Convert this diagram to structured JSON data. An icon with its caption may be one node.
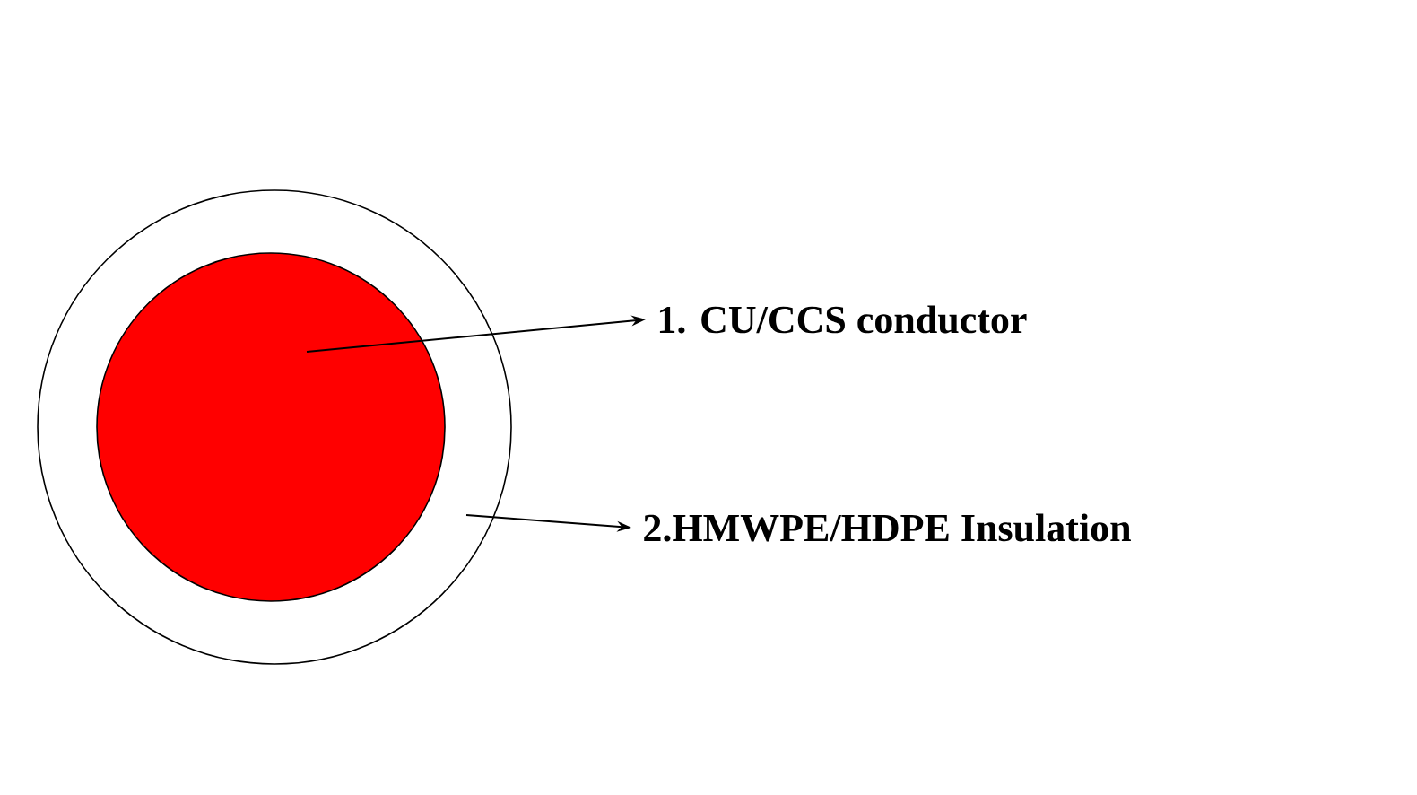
{
  "diagram": {
    "nodes": [
      {
        "text": [],
        "shape": "circle"
      },
      {
        "text": [],
        "shape": "circle",
        "in": 0
      },
      {
        "text": [
          "1. CU/CCS conductor"
        ]
      },
      {
        "text": [
          "2.HMWPE/HDPE Insulation"
        ]
      }
    ],
    "edges": [
      {
        "from": 1,
        "to": 2,
        "arrow": "to"
      },
      {
        "from": 0,
        "to": 3,
        "arrow": "to"
      }
    ]
  }
}
